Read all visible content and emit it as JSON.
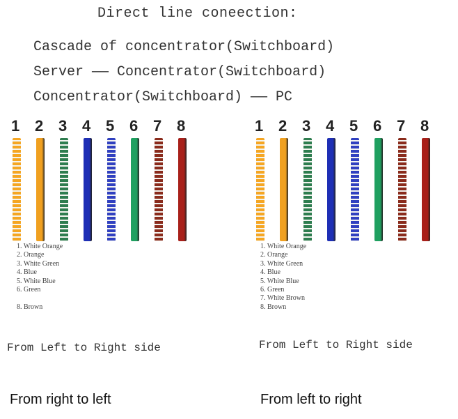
{
  "title": "Direct line coneection:",
  "connections": [
    "Cascade of concentrator(Switchboard)",
    "Server —— Concentrator(Switchboard)",
    "Concentrator(Switchboard) —— PC"
  ],
  "pin_numbers": [
    "1",
    "2",
    "3",
    "4",
    "5",
    "6",
    "7",
    "8"
  ],
  "left_panel": {
    "wires": [
      {
        "color": "#f5a623",
        "striped": true
      },
      {
        "color": "#f0a020",
        "striped": false
      },
      {
        "color": "#2e7d4f",
        "striped": true
      },
      {
        "color": "#1e2fb5",
        "striped": false
      },
      {
        "color": "#3040c0",
        "striped": true
      },
      {
        "color": "#1fa060",
        "striped": false
      },
      {
        "color": "#8a2b1c",
        "striped": true
      },
      {
        "color": "#a8201a",
        "striped": false
      }
    ],
    "legend": [
      "1. White Orange",
      "2. Orange",
      "3. White Green",
      "4. Blue",
      "5. White Blue",
      "6. Green",
      "",
      "8. Brown"
    ],
    "footer": "From Left to Right side"
  },
  "right_panel": {
    "wires": [
      {
        "color": "#f5a623",
        "striped": true
      },
      {
        "color": "#f0a020",
        "striped": false
      },
      {
        "color": "#2e7d4f",
        "striped": true
      },
      {
        "color": "#1e2fb5",
        "striped": false
      },
      {
        "color": "#3040c0",
        "striped": true
      },
      {
        "color": "#1fa060",
        "striped": false
      },
      {
        "color": "#8a2b1c",
        "striped": true
      },
      {
        "color": "#a8201a",
        "striped": false
      }
    ],
    "legend": [
      "1. White Orange",
      "2. Orange",
      "3. White Green",
      "4. Blue",
      "5. White Blue",
      "6. Green",
      "7. White Brown",
      "8. Brown"
    ],
    "footer": "From Left to Right side"
  },
  "captions": {
    "left": "From right to left",
    "right": "From left to right"
  }
}
